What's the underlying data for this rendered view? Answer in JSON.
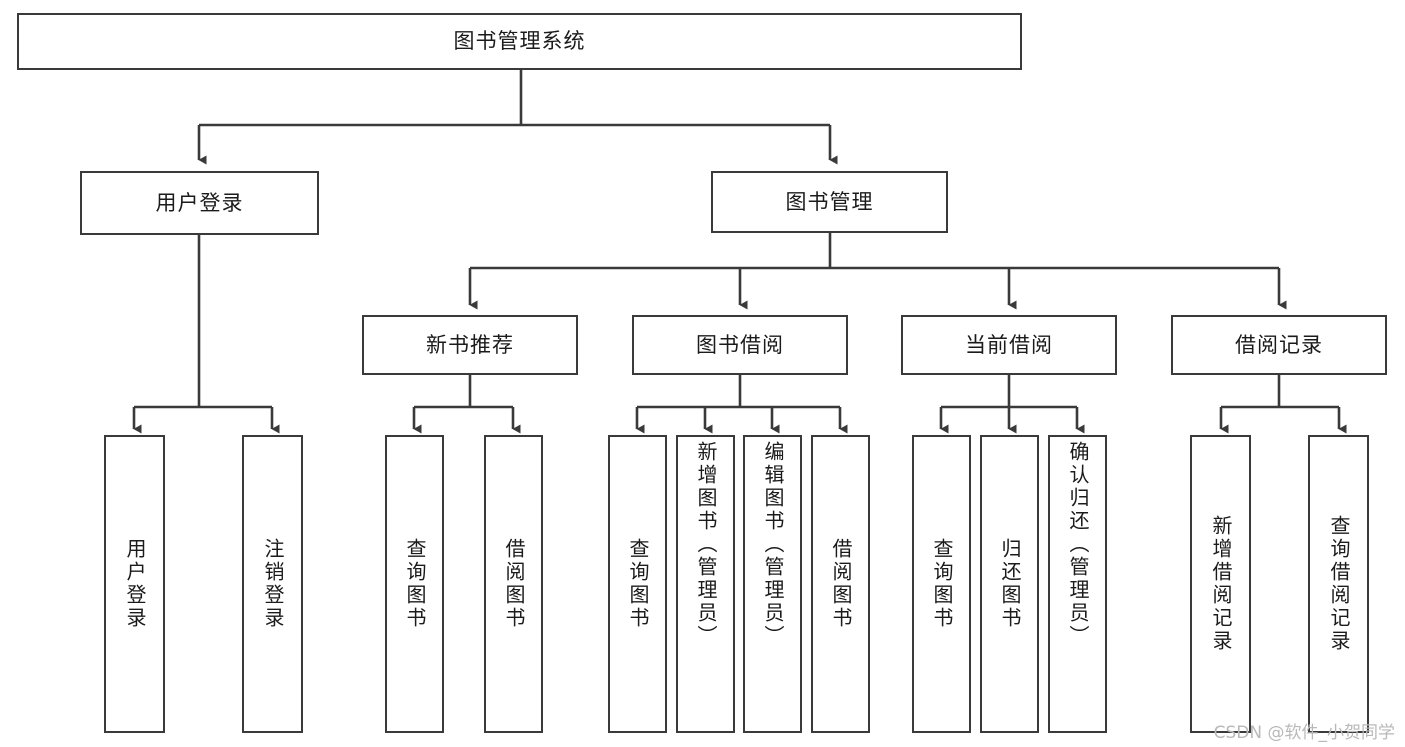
{
  "diagram": {
    "title": "图书管理系统",
    "watermark": "CSDN @软件_小贺同学",
    "stroke_color": "#3a3a3a",
    "background_color": "#ffffff",
    "text_color": "#1b1b1b",
    "watermark_color": "#b9b9b9"
  },
  "levels": {
    "root": {
      "label": "图书管理系统"
    },
    "level2": [
      {
        "label": "用户登录"
      },
      {
        "label": "图书管理"
      }
    ],
    "level3": [
      {
        "label": "新书推荐"
      },
      {
        "label": "图书借阅"
      },
      {
        "label": "当前借阅"
      },
      {
        "label": "借阅记录"
      }
    ],
    "leaves_user_login": [
      {
        "label": "用户登录"
      },
      {
        "label": "注销登录"
      }
    ],
    "leaves_new_book": [
      {
        "label": "查询图书"
      },
      {
        "label": "借阅图书"
      }
    ],
    "leaves_borrow": [
      {
        "label": "查询图书"
      },
      {
        "label": "新增图书（管理员）"
      },
      {
        "label": "编辑图书（管理员）"
      },
      {
        "label": "借阅图书"
      }
    ],
    "leaves_current": [
      {
        "label": "查询图书"
      },
      {
        "label": "归还图书"
      },
      {
        "label": "确认归还（管理员）"
      }
    ],
    "leaves_records": [
      {
        "label": "新增借阅记录"
      },
      {
        "label": "查询借阅记录"
      }
    ]
  }
}
